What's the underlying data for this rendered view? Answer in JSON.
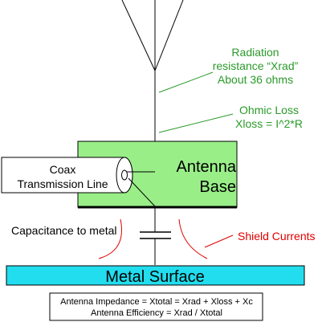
{
  "labels": {
    "radiation_line1": "Radiation",
    "radiation_line2": "resistance “Xrad”",
    "radiation_line3": "About 36 ohms",
    "ohmic_line1": "Ohmic Loss",
    "ohmic_line2": "Xloss = I^2*R",
    "base_line1": "Antenna",
    "base_line2": "Base",
    "coax_line1": "Coax",
    "coax_line2": "Transmission Line",
    "capacitance": "Capacitance to metal",
    "shield_currents": "Shield Currents",
    "metal_surface": "Metal Surface",
    "formula_line1": "Antenna Impedance = Xtotal = Xrad + Xloss + Xc",
    "formula_line2": "Antenna Efficiency = Xrad / Xtotal"
  },
  "colors": {
    "base_fill": "#99ee88",
    "metal_fill": "#22ddee",
    "green_text": "#2a9a2a",
    "red_text": "#e00000"
  }
}
